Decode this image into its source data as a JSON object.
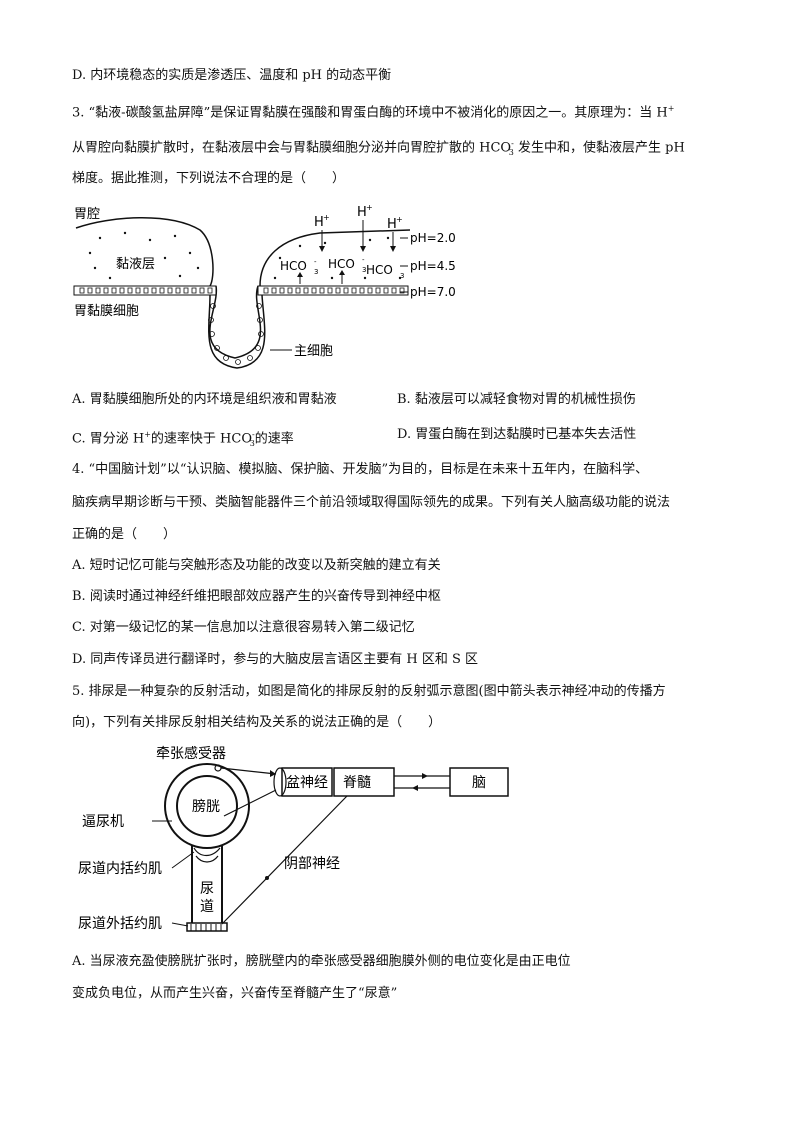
{
  "q2": {
    "optD": "D. 内环境稳态的实质是渗透压、温度和 pH 的动态平衡"
  },
  "q3": {
    "stem1_a": "3. “黏液-碳酸氢盐屏障”是保证胃黏膜在强酸和胃蛋白酶的环境中不被消化的原因之一。其原理为：当 H",
    "stem2_a": "从胃腔向黏膜扩散时，在黏液层中会与胃黏膜细胞分泌并向胃腔扩散的 HCO",
    "stem2_b": " 发生中和，使黏液层产生 pH",
    "stem3": "梯度。据此推测，下列说法不合理的是（　　）",
    "figure": {
      "stomach_cavity": "胃腔",
      "mucus_layer": "黏液层",
      "mucosa_cells": "胃黏膜细胞",
      "chief_cell": "主细胞",
      "h_ion": "H",
      "hco3": "HCO",
      "ph1": "pH=2.0",
      "ph2": "pH=4.5",
      "ph3": "pH=7.0"
    },
    "optA": "A. 胃黏膜细胞所处的内环境是组织液和胃黏液",
    "optB": "B. 黏液层可以减轻食物对胃的机械性损伤",
    "optC_a": "C. 胃分泌 H",
    "optC_b": "的速率快于 HCO",
    "optC_c": "的速率",
    "optD": "D. 胃蛋白酶在到达黏膜时已基本失去活性"
  },
  "q4": {
    "stem1": "4. “中国脑计划”以“认识脑、模拟脑、保护脑、开发脑”为目的，目标是在未来十五年内，在脑科学、",
    "stem2": "脑疾病早期诊断与干预、类脑智能器件三个前沿领域取得国际领先的成果。下列有关人脑高级功能的说法",
    "stem3": "正确的是（　　）",
    "optA": "A. 短时记忆可能与突触形态及功能的改变以及新突触的建立有关",
    "optB": "B. 阅读时通过神经纤维把眼部效应器产生的兴奋传导到神经中枢",
    "optC": "C. 对第一级记忆的某一信息加以注意很容易转入第二级记忆",
    "optD": "D. 同声传译员进行翻译时，参与的大脑皮层言语区主要有 H 区和 S 区"
  },
  "q5": {
    "stem1": "5. 排尿是一种复杂的反射活动，如图是简化的排尿反射的反射弧示意图(图中箭头表示神经冲动的传播方",
    "stem2": "向)，下列有关排尿反射相关结构及关系的说法正确的是（　　）",
    "figure": {
      "stretch_receptor": "牵张感受器",
      "bladder": "膀胱",
      "detrusor": "逼尿机",
      "internal_sphincter": "尿道内括约肌",
      "external_sphincter": "尿道外括约肌",
      "urethra_1": "尿",
      "urethra_2": "道",
      "pelvic_nerve": "盆神经",
      "spinal_cord": "脊髓",
      "brain": "脑",
      "pudendal_nerve": "阴部神经"
    },
    "optA_1": "A. 当尿液充盈使膀胱扩张时，膀胱壁内的牵张感受器细胞膜外侧的电位变化是由正电位",
    "optA_2": "变成负电位，从而产生兴奋，兴奋传至脊髓产生了“尿意”"
  }
}
